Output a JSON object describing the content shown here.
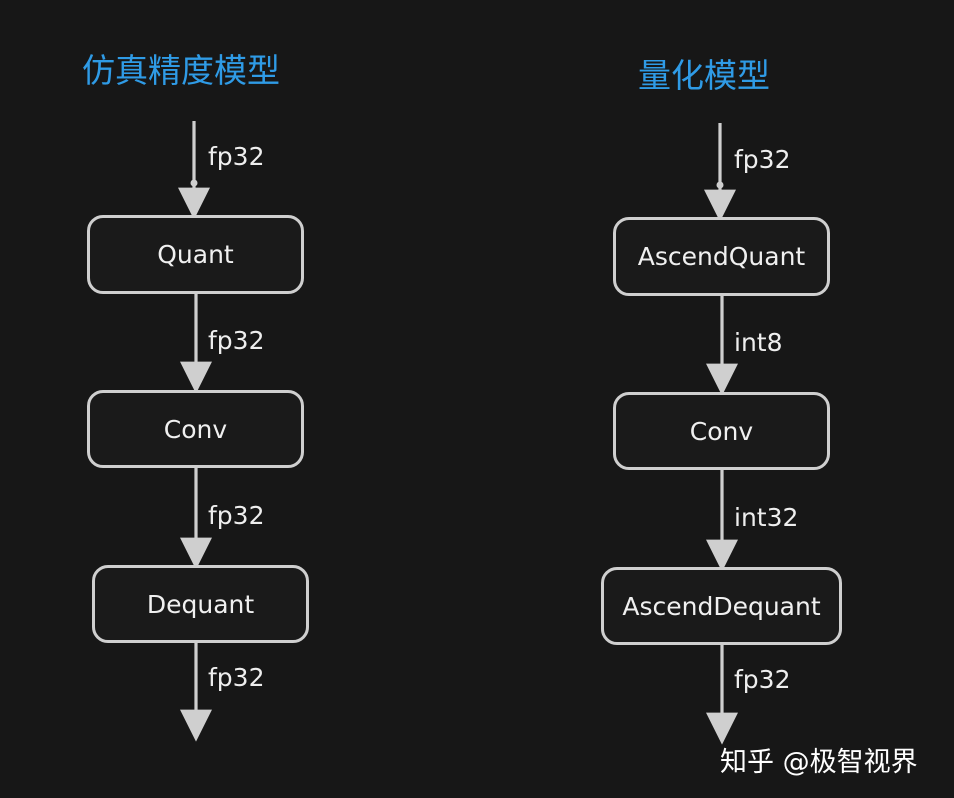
{
  "left_diagram": {
    "title": "仿真精度模型",
    "nodes": [
      "Quant",
      "Conv",
      "Dequant"
    ],
    "edge_labels": [
      "fp32",
      "fp32",
      "fp32",
      "fp32"
    ]
  },
  "right_diagram": {
    "title": "量化模型",
    "nodes": [
      "AscendQuant",
      "Conv",
      "AscendDequant"
    ],
    "edge_labels": [
      "fp32",
      "int8",
      "int32",
      "fp32"
    ]
  },
  "watermark": "知乎 @极智视界",
  "colors": {
    "background": "#171717",
    "title": "#2f9be6",
    "stroke": "#cfcfcf",
    "text": "#f0f0f0"
  }
}
